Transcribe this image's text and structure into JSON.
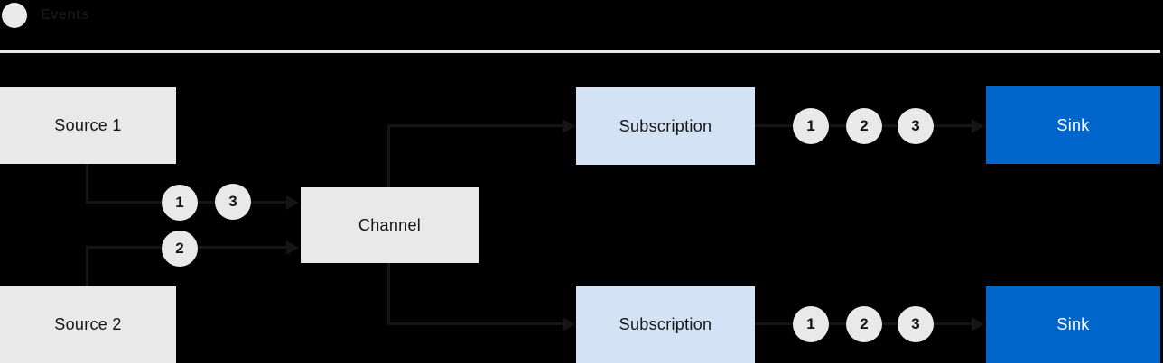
{
  "legend": {
    "label": "Events"
  },
  "colors": {
    "background": "#000000",
    "node_gray": "#e9e9e9",
    "node_light_blue": "#d3e3f5",
    "node_blue": "#0066cc",
    "connector": "#151515",
    "divider": "#e8e8e8",
    "text_dark": "#151515",
    "text_light": "#ffffff"
  },
  "nodes": {
    "source1": {
      "label": "Source 1"
    },
    "source2": {
      "label": "Source 2"
    },
    "channel": {
      "label": "Channel"
    },
    "subscription1": {
      "label": "Subscription"
    },
    "subscription2": {
      "label": "Subscription"
    },
    "sink1": {
      "label": "Sink"
    },
    "sink2": {
      "label": "Sink"
    }
  },
  "events": {
    "source1_to_channel": [
      "1",
      "3"
    ],
    "source2_to_channel": [
      "2"
    ],
    "subscription1_to_sink1": [
      "1",
      "2",
      "3"
    ],
    "subscription2_to_sink2": [
      "1",
      "2",
      "3"
    ]
  }
}
